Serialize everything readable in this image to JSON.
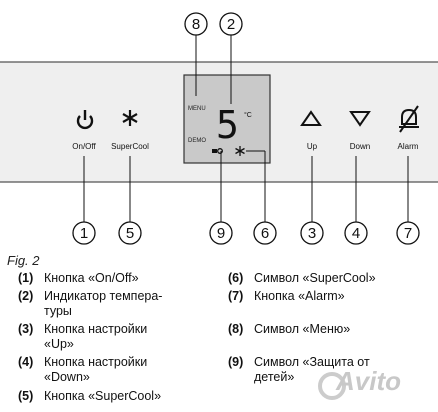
{
  "figure_label": "Fig. 2",
  "panel": {
    "buttons": [
      {
        "id": "onoff",
        "label": "On/Off",
        "icon": "power-icon",
        "callout": "1"
      },
      {
        "id": "supercool",
        "label": "SuperCool",
        "icon": "snowflake-icon",
        "callout": "5"
      },
      {
        "id": "up",
        "label": "Up",
        "icon": "triangle-up-icon",
        "callout": "3"
      },
      {
        "id": "down",
        "label": "Down",
        "icon": "triangle-down-icon",
        "callout": "4"
      },
      {
        "id": "alarm",
        "label": "Alarm",
        "icon": "bell-off-icon",
        "callout": "7"
      }
    ],
    "display": {
      "menu_text": "MENU",
      "demo_text": "DEMO",
      "temperature": "5",
      "unit": "°C",
      "lock_icon": "key-lock-icon",
      "supercool_icon": "snowflake-icon"
    },
    "top_callouts": [
      "8",
      "2"
    ],
    "display_callouts": [
      "9",
      "6"
    ]
  },
  "legend": [
    {
      "num": "(1)",
      "text": "Кнопка «On/Off»"
    },
    {
      "num": "(2)",
      "text": "Индикатор темпера-",
      "text2": "туры"
    },
    {
      "num": "(3)",
      "text": "Кнопка настройки",
      "text2": "«Up»"
    },
    {
      "num": "(4)",
      "text": "Кнопка настройки",
      "text2": "«Down»"
    },
    {
      "num": "(5)",
      "text": "Кнопка «SuperCool»"
    },
    {
      "num": "(6)",
      "text": "Символ «SuperCool»"
    },
    {
      "num": "(7)",
      "text": "Кнопка «Alarm»"
    },
    {
      "num": "(8)",
      "text": "Символ «Меню»"
    },
    {
      "num": "(9)",
      "text": "Символ «Защита от",
      "text2": "детей»"
    }
  ],
  "watermark": "Avito"
}
